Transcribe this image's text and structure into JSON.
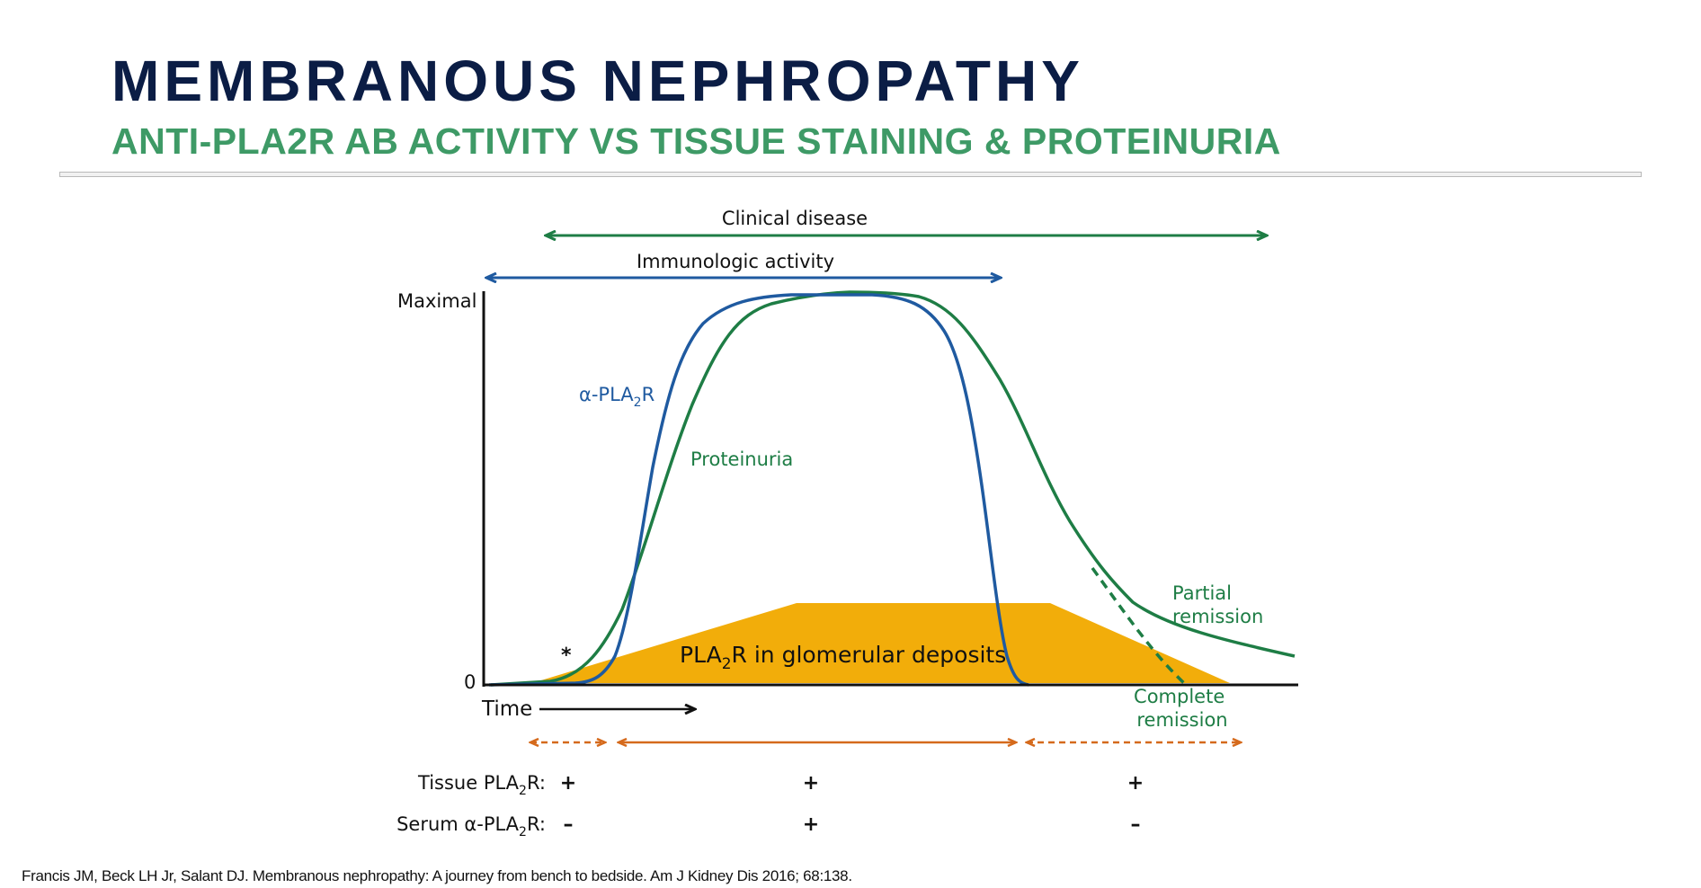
{
  "header": {
    "title": "MEMBRANOUS NEPHROPATHY",
    "subtitle": "ANTI-PLA2R AB ACTIVITY VS TISSUE STAINING & PROTEINURIA"
  },
  "diagram": {
    "clinical_disease_label": "Clinical disease",
    "immunologic_activity_label": "Immunologic activity",
    "y_max_label": "Maximal",
    "y_zero_label": "0",
    "time_label": "Time",
    "alpha_pla2r_label": {
      "main": "α-PLA",
      "sub": "2",
      "tail": "R"
    },
    "proteinuria_label": "Proteinuria",
    "deposits_label": {
      "main": "PLA",
      "sub": "2",
      "tail": "R in glomerular deposits"
    },
    "asterisk": "*",
    "partial_remission_label": [
      "Partial",
      "remission"
    ],
    "complete_remission_label": [
      "Complete",
      "remission"
    ],
    "tissue_row_label": {
      "main": "Tissue PLA",
      "sub": "2",
      "tail": "R:"
    },
    "serum_row_label": {
      "main": "Serum α-PLA",
      "sub": "2",
      "tail": "R:"
    },
    "tissue_values": [
      "+",
      "+",
      "+"
    ],
    "serum_values": [
      "–",
      "+",
      "–"
    ],
    "colors": {
      "clinical_arrow": "#1e7d45",
      "immunologic_arrow": "#1f5aa0",
      "alpha_pla2r_curve": "#1f5aa0",
      "proteinuria_curve": "#1e7d45",
      "deposits_fill": "#f2ad0a",
      "phase_arrows": "#d56a1c",
      "axis": "#111111"
    }
  },
  "footer": {
    "citation": "Francis JM, Beck LH Jr, Salant DJ. Membranous nephropathy: A journey from bench to bedside. Am J Kidney Dis 2016; 68:138."
  }
}
